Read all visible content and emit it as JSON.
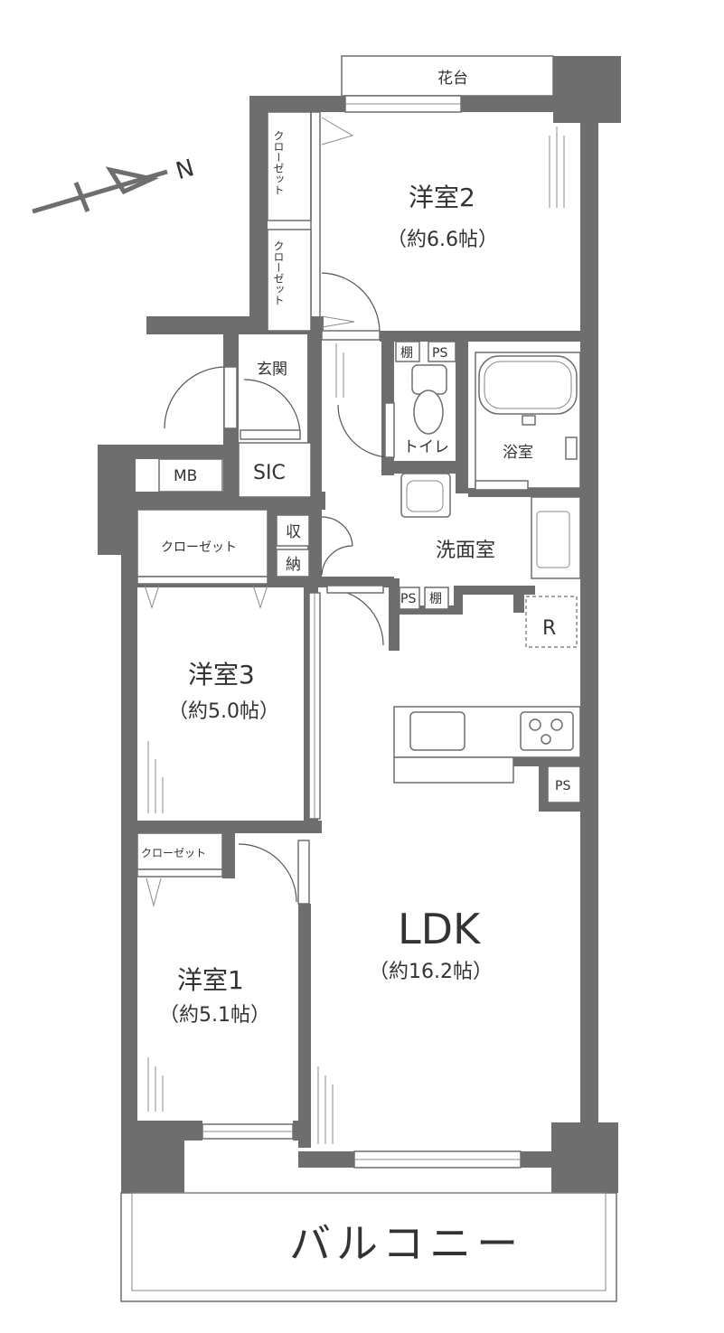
{
  "rooms": {
    "bedroom2": {
      "name": "洋室2",
      "size": "（約6.6帖）"
    },
    "bedroom3": {
      "name": "洋室3",
      "size": "（約5.0帖）"
    },
    "bedroom1": {
      "name": "洋室1",
      "size": "（約5.1帖）"
    },
    "ldk": {
      "name": "LDK",
      "size": "（約16.2帖）"
    },
    "entrance": "玄関",
    "sic": "SIC",
    "mb": "MB",
    "toilet": "トイレ",
    "bath": "浴室",
    "washroom": "洗面室",
    "balcony": "バルコニー",
    "flowerbed": "花台",
    "storage_1": "収",
    "storage_2": "納",
    "refrigerator": "R"
  },
  "closets": {
    "c1": "クローゼット",
    "c2": "クローゼット",
    "c3": "クローゼット",
    "c4": "クローゼット"
  },
  "shelves": {
    "s1": "棚",
    "s2": "棚"
  },
  "ps": {
    "p1": "PS",
    "p2": "PS",
    "p3": "PS"
  },
  "compass": {
    "label": "N",
    "icon": "north-arrow-icon"
  },
  "colors": {
    "wall": "#6e6e6e",
    "line": "#8a8a8a",
    "text": "#333333"
  }
}
